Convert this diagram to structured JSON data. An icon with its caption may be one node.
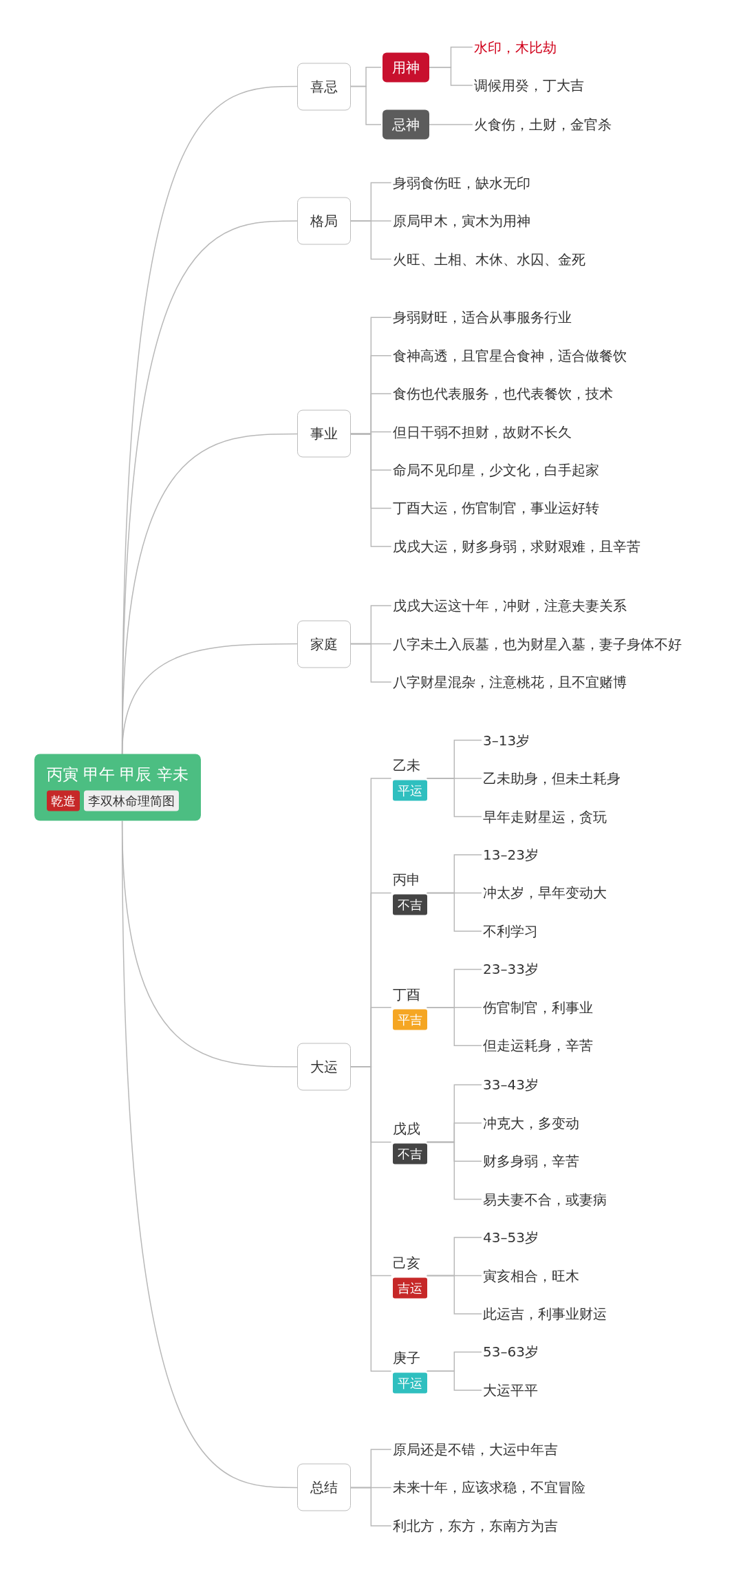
{
  "diagram": {
    "nodes": [
      {
        "text": [
          "丙寅 甲午 甲辰 辛未"
        ]
      },
      {
        "text": [
          "乾造"
        ],
        "in": 0
      },
      {
        "text": [
          "李双林命理简图"
        ],
        "in": 0
      },
      {
        "text": [
          "喜忌"
        ]
      },
      {
        "text": [
          "用神"
        ]
      },
      {
        "text": [
          "水印，木比劫"
        ]
      },
      {
        "text": [
          "调候用癸，丁大吉"
        ]
      },
      {
        "text": [
          "忌神"
        ]
      },
      {
        "text": [
          "火食伤，土财，金官杀"
        ]
      },
      {
        "text": [
          "格局"
        ]
      },
      {
        "text": [
          "身弱食伤旺，缺水无印"
        ]
      },
      {
        "text": [
          "原局甲木，寅木为用神"
        ]
      },
      {
        "text": [
          "火旺、土相、木休、水囚、金死"
        ]
      },
      {
        "text": [
          "事业"
        ]
      },
      {
        "text": [
          "身弱财旺，适合从事服务行业"
        ]
      },
      {
        "text": [
          "食神高透，且官星合食神，适合做餐饮"
        ]
      },
      {
        "text": [
          "食伤也代表服务，也代表餐饮，技术"
        ]
      },
      {
        "text": [
          "但日干弱不担财，故财不长久"
        ]
      },
      {
        "text": [
          "命局不见印星，少文化，白手起家"
        ]
      },
      {
        "text": [
          "丁酉大运，伤官制官，事业运好转"
        ]
      },
      {
        "text": [
          "戊戌大运，财多身弱，求财艰难，且辛苦"
        ]
      },
      {
        "text": [
          "家庭"
        ]
      },
      {
        "text": [
          "戊戌大运这十年，冲财，注意夫妻关系"
        ]
      },
      {
        "text": [
          "八字未土入辰墓，也为财星入墓，妻子身体不好"
        ]
      },
      {
        "text": [
          "八字财星混杂，注意桃花，且不宜赌博"
        ]
      },
      {
        "text": [
          "大运"
        ]
      },
      {
        "text": [
          "乙未"
        ]
      },
      {
        "text": [
          "平运"
        ],
        "in": 26
      },
      {
        "text": [
          "3–13岁"
        ]
      },
      {
        "text": [
          "乙未助身，但未土耗身"
        ]
      },
      {
        "text": [
          "早年走财星运，贪玩"
        ]
      },
      {
        "text": [
          "丙申"
        ]
      },
      {
        "text": [
          "不吉"
        ],
        "in": 31
      },
      {
        "text": [
          "13–23岁"
        ]
      },
      {
        "text": [
          "冲太岁，早年变动大"
        ]
      },
      {
        "text": [
          "不利学习"
        ]
      },
      {
        "text": [
          "丁酉"
        ]
      },
      {
        "text": [
          "平吉"
        ],
        "in": 36
      },
      {
        "text": [
          "23–33岁"
        ]
      },
      {
        "text": [
          "伤官制官，利事业"
        ]
      },
      {
        "text": [
          "但走运耗身，辛苦"
        ]
      },
      {
        "text": [
          "戊戌"
        ]
      },
      {
        "text": [
          "不吉"
        ],
        "in": 41
      },
      {
        "text": [
          "33–43岁"
        ]
      },
      {
        "text": [
          "冲克大，多变动"
        ]
      },
      {
        "text": [
          "财多身弱，辛苦"
        ]
      },
      {
        "text": [
          "易夫妻不合，或妻病"
        ]
      },
      {
        "text": [
          "己亥"
        ]
      },
      {
        "text": [
          "吉运"
        ],
        "in": 47
      },
      {
        "text": [
          "43–53岁"
        ]
      },
      {
        "text": [
          "寅亥相合，旺木"
        ]
      },
      {
        "text": [
          "此运吉，利事业财运"
        ]
      },
      {
        "text": [
          "庚子"
        ]
      },
      {
        "text": [
          "平运"
        ],
        "in": 52
      },
      {
        "text": [
          "53–63岁"
        ]
      },
      {
        "text": [
          "大运平平"
        ]
      },
      {
        "text": [
          "总结"
        ]
      },
      {
        "text": [
          "原局还是不错，大运中年吉"
        ]
      },
      {
        "text": [
          "未来十年，应该求稳，不宜冒险"
        ]
      },
      {
        "text": [
          "利北方，东方，东南方为吉"
        ]
      }
    ],
    "edges": [
      {
        "from": 0,
        "to": 3,
        "arrow": "none"
      },
      {
        "from": 0,
        "to": 9,
        "arrow": "none"
      },
      {
        "from": 0,
        "to": 13,
        "arrow": "none"
      },
      {
        "from": 0,
        "to": 21,
        "arrow": "none"
      },
      {
        "from": 0,
        "to": 25,
        "arrow": "none"
      },
      {
        "from": 0,
        "to": 56,
        "arrow": "none"
      },
      {
        "from": 3,
        "to": 4,
        "arrow": "none"
      },
      {
        "from": 3,
        "to": 7,
        "arrow": "none"
      },
      {
        "from": 4,
        "to": 5,
        "arrow": "none"
      },
      {
        "from": 4,
        "to": 6,
        "arrow": "none"
      },
      {
        "from": 7,
        "to": 8,
        "arrow": "none"
      },
      {
        "from": 9,
        "to": 10,
        "arrow": "none"
      },
      {
        "from": 9,
        "to": 11,
        "arrow": "none"
      },
      {
        "from": 9,
        "to": 12,
        "arrow": "none"
      },
      {
        "from": 13,
        "to": 14,
        "arrow": "none"
      },
      {
        "from": 13,
        "to": 15,
        "arrow": "none"
      },
      {
        "from": 13,
        "to": 16,
        "arrow": "none"
      },
      {
        "from": 13,
        "to": 17,
        "arrow": "none"
      },
      {
        "from": 13,
        "to": 18,
        "arrow": "none"
      },
      {
        "from": 13,
        "to": 19,
        "arrow": "none"
      },
      {
        "from": 13,
        "to": 20,
        "arrow": "none"
      },
      {
        "from": 21,
        "to": 22,
        "arrow": "none"
      },
      {
        "from": 21,
        "to": 23,
        "arrow": "none"
      },
      {
        "from": 21,
        "to": 24,
        "arrow": "none"
      },
      {
        "from": 25,
        "to": 26,
        "arrow": "none"
      },
      {
        "from": 25,
        "to": 31,
        "arrow": "none"
      },
      {
        "from": 25,
        "to": 36,
        "arrow": "none"
      },
      {
        "from": 25,
        "to": 41,
        "arrow": "none"
      },
      {
        "from": 25,
        "to": 47,
        "arrow": "none"
      },
      {
        "from": 25,
        "to": 52,
        "arrow": "none"
      },
      {
        "from": 26,
        "to": 28,
        "arrow": "none"
      },
      {
        "from": 26,
        "to": 29,
        "arrow": "none"
      },
      {
        "from": 26,
        "to": 30,
        "arrow": "none"
      },
      {
        "from": 31,
        "to": 33,
        "arrow": "none"
      },
      {
        "from": 31,
        "to": 34,
        "arrow": "none"
      },
      {
        "from": 31,
        "to": 35,
        "arrow": "none"
      },
      {
        "from": 36,
        "to": 38,
        "arrow": "none"
      },
      {
        "from": 36,
        "to": 39,
        "arrow": "none"
      },
      {
        "from": 36,
        "to": 40,
        "arrow": "none"
      },
      {
        "from": 41,
        "to": 43,
        "arrow": "none"
      },
      {
        "from": 41,
        "to": 44,
        "arrow": "none"
      },
      {
        "from": 41,
        "to": 45,
        "arrow": "none"
      },
      {
        "from": 41,
        "to": 46,
        "arrow": "none"
      },
      {
        "from": 47,
        "to": 49,
        "arrow": "none"
      },
      {
        "from": 47,
        "to": 50,
        "arrow": "none"
      },
      {
        "from": 47,
        "to": 51,
        "arrow": "none"
      },
      {
        "from": 52,
        "to": 54,
        "arrow": "none"
      },
      {
        "from": 52,
        "to": 55,
        "arrow": "none"
      },
      {
        "from": 56,
        "to": 57,
        "arrow": "none"
      },
      {
        "from": 56,
        "to": 58,
        "arrow": "none"
      },
      {
        "from": 56,
        "to": 59,
        "arrow": "none"
      }
    ]
  }
}
